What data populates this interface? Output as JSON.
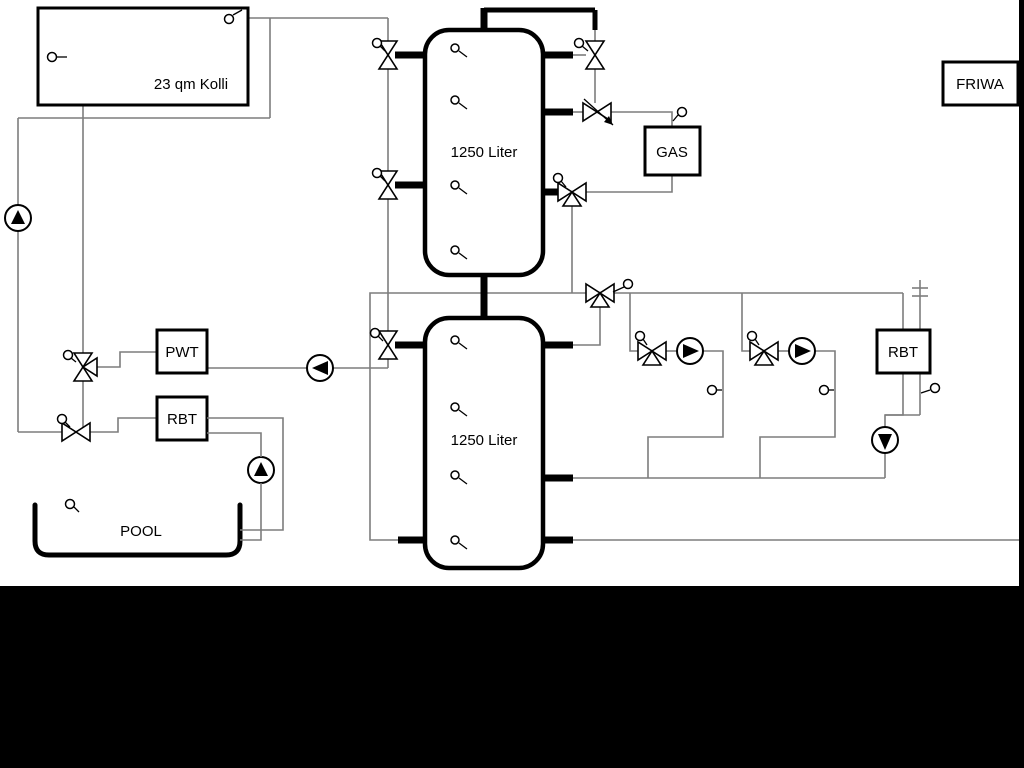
{
  "diagram": {
    "labels": {
      "collector": "23 qm Kolli",
      "tank1": "1250 Liter",
      "tank2": "1250 Liter",
      "pwt": "PWT",
      "rbt_left": "RBT",
      "gas": "GAS",
      "friwa": "FRIWA",
      "rbt_right": "RBT",
      "pool": "POOL"
    },
    "colors": {
      "pipe": "#7d7d7d",
      "component_outline": "#000000",
      "background": "#ffffff",
      "scan_border": "#000000"
    },
    "symbols": [
      "pump-icon",
      "three-way-valve-icon",
      "two-way-valve-icon",
      "temperature-sensor-icon",
      "actuator-icon"
    ]
  }
}
